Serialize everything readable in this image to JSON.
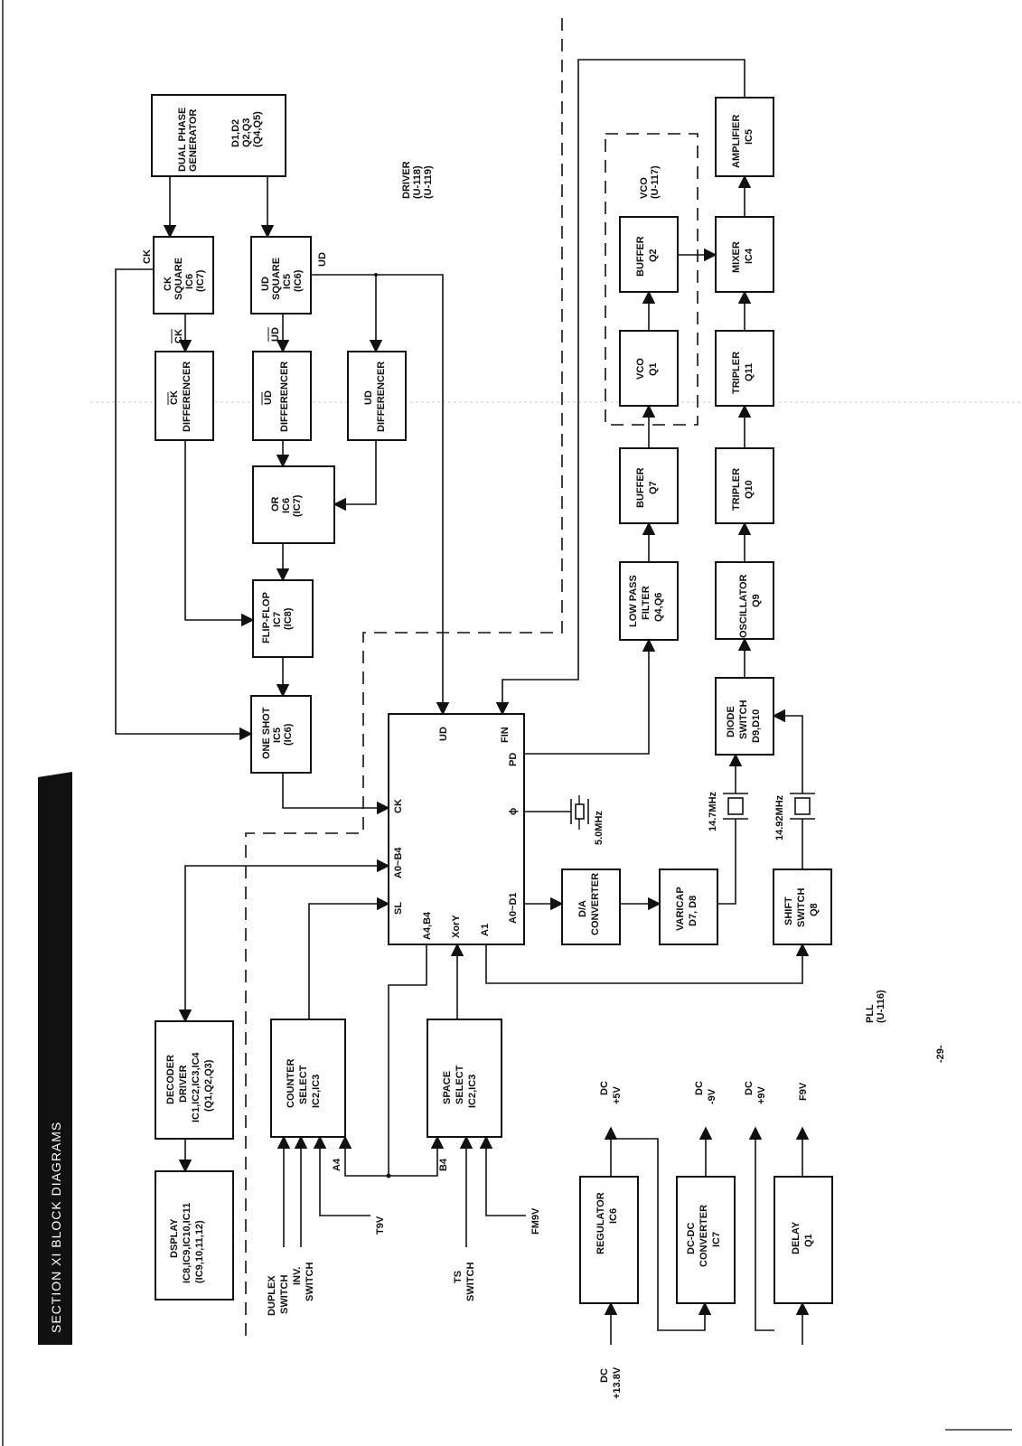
{
  "header": {
    "section": "SECTION  XI  BLOCK DIAGRAMS"
  },
  "page_number": "-29-",
  "units": {
    "driver": [
      "DRIVER",
      "(U-118)",
      "(U-119)"
    ],
    "vco": [
      "VCO",
      "(U-117)"
    ],
    "pll": [
      "PLL",
      "(U-116)"
    ]
  },
  "blocks": {
    "dual_phase": [
      "DUAL PHASE",
      "GENERATOR",
      "",
      "D1,D2",
      "Q2,Q3",
      "(Q4,Q5)"
    ],
    "ck_square": [
      "CK",
      "SQUARE",
      "IC6",
      "(IC7)"
    ],
    "ud_square": [
      "UD",
      "SQUARE",
      "IC5",
      "(IC6)"
    ],
    "ck_diff": [
      "CK",
      "DIFFERENCER"
    ],
    "ud_diff_bar": [
      "UD",
      "DIFFERENCER"
    ],
    "ud_diff": [
      "UD",
      "DIFFERENCER"
    ],
    "or": [
      "OR",
      "IC6",
      "(IC7)"
    ],
    "flipflop": [
      "FLIP-FLOP",
      "IC7",
      "(IC8)"
    ],
    "oneshot": [
      "ONE SHOT",
      "IC5",
      "(IC6)"
    ],
    "decoder": [
      "DECODER",
      "DRIVER",
      "IC1,IC2,IC3,IC4",
      "(Q1,Q2,Q3)"
    ],
    "display": [
      "DSPLAY",
      "IC8,IC9,IC10,IC11",
      "(IC9,10,11,12)"
    ],
    "counter_sel": [
      "COUNTER",
      "SELECT",
      "IC2,IC3"
    ],
    "space_sel": [
      "SPACE",
      "SELECT",
      "IC2,IC3"
    ],
    "pll_pins": {
      "ud": "UD",
      "fin": "FIN",
      "ck": "CK",
      "phi": "ϕ",
      "pd": "PD",
      "a0b4": "A0~B4",
      "sl": "SL",
      "a4b4": "A4,B4",
      "xory": "XorY",
      "a1": "A1",
      "a0d1": "A0~D1"
    },
    "da": [
      "D/A",
      "CONVERTER"
    ],
    "varicap": [
      "VARICAP",
      "D7, D8"
    ],
    "shift": [
      "SHIFT",
      "SWITCH",
      "Q8"
    ],
    "lpf": [
      "LOW PASS",
      "FILTER",
      "Q4,Q6"
    ],
    "buffer_q7": [
      "BUFFER",
      "Q7"
    ],
    "vco_q1": [
      "VCO",
      "Q1"
    ],
    "buffer_q2": [
      "BUFFER",
      "Q2"
    ],
    "diode": [
      "DIODE",
      "SWITCH",
      "D9,D10"
    ],
    "osc": [
      "OSCILLATOR",
      "Q9"
    ],
    "tripler10": [
      "TRIPLER",
      "Q10"
    ],
    "tripler11": [
      "TRIPLER",
      "Q11"
    ],
    "mixer": [
      "MIXER",
      "IC4"
    ],
    "amp": [
      "AMPLIFIER",
      "IC5"
    ],
    "regulator": [
      "REGULATOR",
      "IC6"
    ],
    "dcdc": [
      "DC-DC",
      "CONVERTER",
      "IC7"
    ],
    "delay": [
      "DELAY",
      "Q1"
    ]
  },
  "signals": {
    "ck": "CK",
    "ck_bar": "CK",
    "ud": "UD",
    "ud_bar": "UD",
    "a4": "A4",
    "b4": "B4",
    "t9v": "T9V",
    "fm9v": "FM9V",
    "duplex": [
      "DUPLEX",
      "SWITCH"
    ],
    "inv": [
      "INV.",
      "SWITCH"
    ],
    "ts": [
      "TS",
      "SWITCH"
    ],
    "xtal5": "5.0MHz",
    "xtal147": "14.7MHz",
    "xtal1492": "14.92MHz",
    "dc138": [
      "DC",
      "+13.8V"
    ],
    "dc5": [
      "DC",
      "+5V"
    ],
    "dcm9": [
      "DC",
      "-9V"
    ],
    "dc9": [
      "DC",
      "+9V"
    ],
    "f9v": "F9V"
  }
}
